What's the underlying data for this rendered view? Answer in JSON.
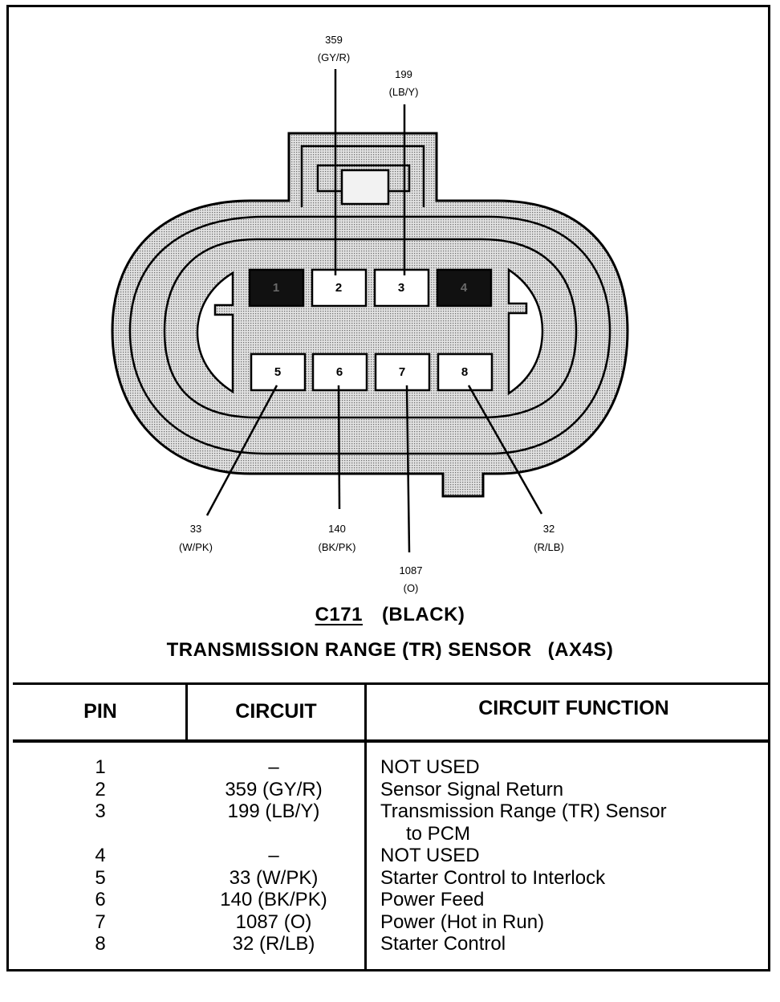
{
  "connector": {
    "code": "C171",
    "color": "(BLACK)",
    "name": "TRANSMISSION RANGE (TR) SENSOR",
    "model": "(AX4S)",
    "pins_top": [
      {
        "label": "1",
        "used": false
      },
      {
        "label": "2",
        "used": true
      },
      {
        "label": "3",
        "used": true
      },
      {
        "label": "4",
        "used": false
      }
    ],
    "pins_bottom": [
      {
        "label": "5",
        "used": true
      },
      {
        "label": "6",
        "used": true
      },
      {
        "label": "7",
        "used": true
      },
      {
        "label": "8",
        "used": true
      }
    ],
    "wire_labels": [
      {
        "circuit": "359",
        "color": "(GY/R)"
      },
      {
        "circuit": "199",
        "color": "(LB/Y)"
      },
      {
        "circuit": "33",
        "color": "(W/PK)"
      },
      {
        "circuit": "140",
        "color": "(BK/PK)"
      },
      {
        "circuit": "1087",
        "color": "(O)"
      },
      {
        "circuit": "32",
        "color": "(R/LB)"
      }
    ]
  },
  "table": {
    "headers": {
      "pin": "PIN",
      "circuit": "CIRCUIT",
      "function": "CIRCUIT FUNCTION"
    },
    "rows": [
      {
        "pin": "1",
        "circuit": "–",
        "function": "NOT USED"
      },
      {
        "pin": "2",
        "circuit": "359 (GY/R)",
        "function": "Sensor Signal Return"
      },
      {
        "pin": "3",
        "circuit": "199 (LB/Y)",
        "function": "Transmission Range (TR) Sensor",
        "function_cont": "to PCM"
      },
      {
        "pin": "4",
        "circuit": "–",
        "function": "NOT USED"
      },
      {
        "pin": "5",
        "circuit": "33 (W/PK)",
        "function": "Starter Control to Interlock"
      },
      {
        "pin": "6",
        "circuit": "140 (BK/PK)",
        "function": "Power Feed"
      },
      {
        "pin": "7",
        "circuit": "1087 (O)",
        "function": "Power (Hot in Run)"
      },
      {
        "pin": "8",
        "circuit": "32 (R/LB)",
        "function": "Starter Control"
      }
    ]
  },
  "colors": {
    "housing_fill": "#b9b9b9",
    "unused_pin": "#111111",
    "line": "#000000"
  }
}
